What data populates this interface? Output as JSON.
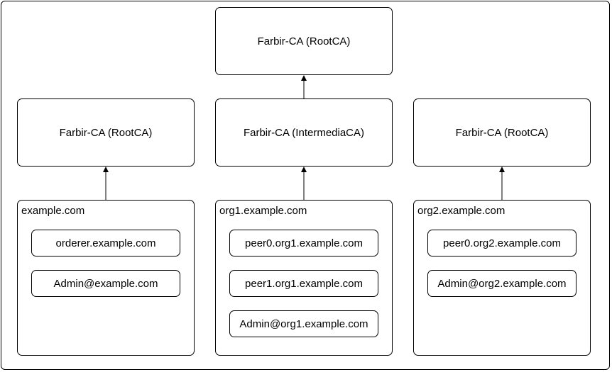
{
  "root": {
    "label": "Farbir-CA (RootCA)"
  },
  "cas": [
    {
      "label": "Farbir-CA (RootCA)"
    },
    {
      "label": "Farbir-CA (IntermediaCA)"
    },
    {
      "label": "Farbir-CA (RootCA)"
    }
  ],
  "orgs": [
    {
      "label": "example.com",
      "nodes": [
        "orderer.example.com",
        "Admin@example.com"
      ]
    },
    {
      "label": "org1.example.com",
      "nodes": [
        "peer0.org1.example.com",
        "peer1.org1.example.com",
        "Admin@org1.example.com"
      ]
    },
    {
      "label": "org2.example.com",
      "nodes": [
        "peer0.org2.example.com",
        "Admin@org2.example.com"
      ]
    }
  ]
}
